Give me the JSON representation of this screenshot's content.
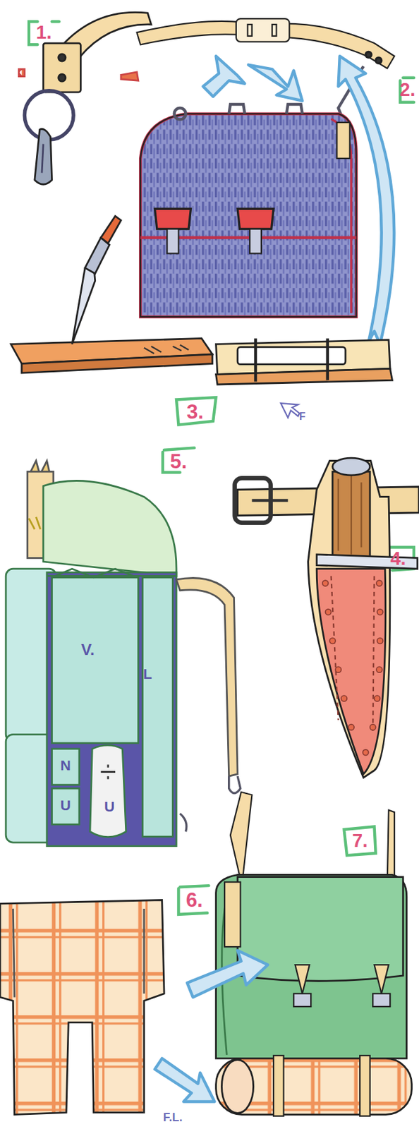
{
  "diagram": {
    "labels": [
      "1.",
      "2.",
      "3.",
      "F",
      "5.",
      "4.",
      "V.",
      "L",
      "N",
      "U",
      "U",
      "6.",
      "7.",
      "F.L."
    ]
  }
}
